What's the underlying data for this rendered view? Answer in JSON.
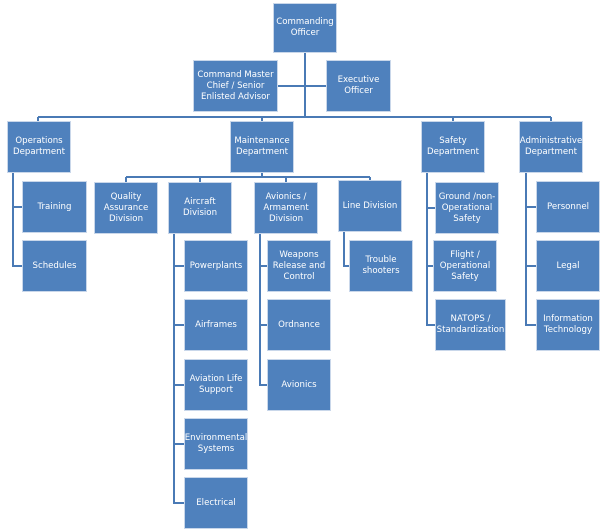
{
  "commanding_officer": "Commanding Officer",
  "cmc": "Command Master Chief / Senior Enlisted Advisor",
  "executive_officer": "Executive Officer",
  "departments": {
    "operations": {
      "label": "Operations Department",
      "children": [
        "Training",
        "Schedules"
      ]
    },
    "maintenance": {
      "label": "Maintenance Department",
      "divisions": {
        "qa": "Quality Assurance Division",
        "aircraft": {
          "label": "Aircraft Division",
          "children": [
            "Powerplants",
            "Airframes",
            "Aviation Life Support",
            "Environmental Systems",
            "Electrical"
          ]
        },
        "avionics": {
          "label": "Avionics / Armament Division",
          "children": [
            "Weapons Release and Control",
            "Ordnance",
            "Avionics"
          ]
        },
        "line": {
          "label": "Line Division",
          "children": [
            "Trouble shooters"
          ]
        }
      }
    },
    "safety": {
      "label": "Safety Department",
      "children": [
        "Ground /non-Operational Safety",
        "Flight / Operational Safety",
        "NATOPS / Standardization"
      ]
    },
    "administrative": {
      "label": "Administrative Department",
      "children": [
        "Personnel",
        "Legal",
        "Information Technology"
      ]
    }
  },
  "colors": {
    "box": "#4f81bd",
    "line": "#4a7ab5"
  }
}
